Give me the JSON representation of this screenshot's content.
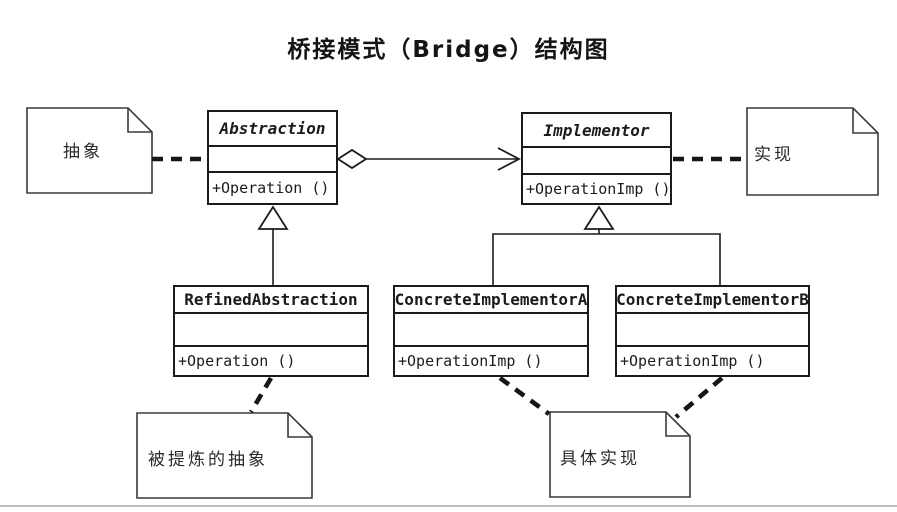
{
  "title": "桥接模式（Bridge）结构图",
  "classes": {
    "abstraction": {
      "name": "Abstraction",
      "method": "+Operation ()",
      "stereotype": "abstract"
    },
    "implementor": {
      "name": "Implementor",
      "method": "+OperationImp ()",
      "stereotype": "abstract"
    },
    "refined_abstraction": {
      "name": "RefinedAbstraction",
      "method": "+Operation ()",
      "stereotype": "concrete"
    },
    "concrete_implementor_a": {
      "name": "ConcreteImplementorA",
      "method": "+OperationImp ()",
      "stereotype": "concrete"
    },
    "concrete_implementor_b": {
      "name": "ConcreteImplementorB",
      "method": "+OperationImp ()",
      "stereotype": "concrete"
    }
  },
  "notes": {
    "abstraction_note": {
      "text": "抽象"
    },
    "implementor_note": {
      "text": "实现"
    },
    "refined_note": {
      "text": "被提炼的抽象"
    },
    "concrete_note": {
      "text": "具体实现"
    }
  },
  "relationships": [
    {
      "type": "aggregation",
      "from": "Abstraction",
      "to": "Implementor"
    },
    {
      "type": "generalization",
      "from": "RefinedAbstraction",
      "to": "Abstraction"
    },
    {
      "type": "generalization",
      "from": "ConcreteImplementorA",
      "to": "Implementor"
    },
    {
      "type": "generalization",
      "from": "ConcreteImplementorB",
      "to": "Implementor"
    },
    {
      "type": "note-attachment",
      "from": "抽象",
      "to": "Abstraction"
    },
    {
      "type": "note-attachment",
      "from": "实现",
      "to": "Implementor"
    },
    {
      "type": "note-attachment",
      "from": "被提炼的抽象",
      "to": "RefinedAbstraction"
    },
    {
      "type": "note-attachment",
      "from": "具体实现",
      "to": "ConcreteImplementorA"
    },
    {
      "type": "note-attachment",
      "from": "具体实现",
      "to": "ConcreteImplementorB"
    }
  ],
  "colors": {
    "line": "#1c1c1c",
    "note_border": "#3a3a3a",
    "background": "#ffffff",
    "page_edge": "#bdbdbd"
  }
}
